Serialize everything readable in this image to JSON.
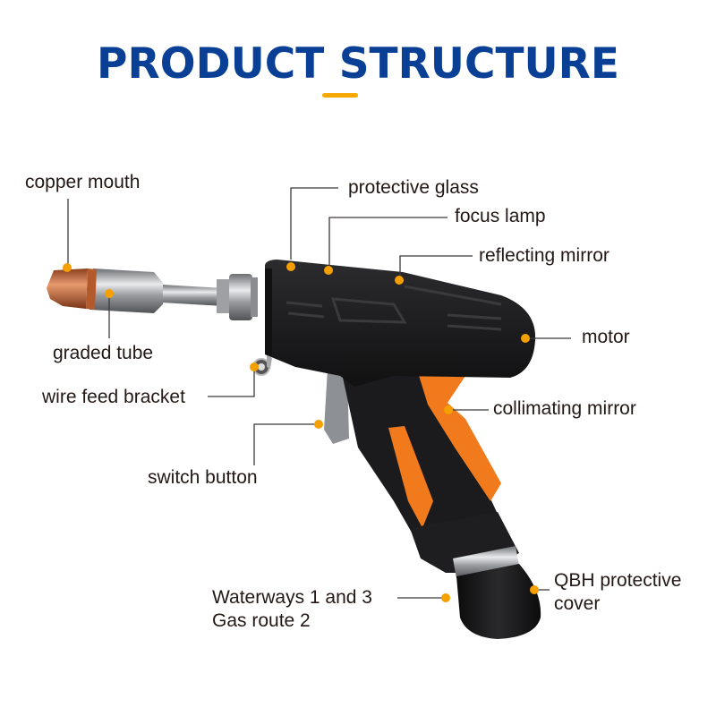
{
  "header": {
    "title": "PRODUCT STRUCTURE",
    "accent_color": "#f6a800",
    "title_color": "#0a3f96"
  },
  "product": {
    "name": "handheld laser welding gun",
    "colors": {
      "body": "#1c1c1e",
      "grip": "#f07a1c",
      "metal": "#b8babd",
      "copper": "#c8703f",
      "marker": "#f5a000"
    }
  },
  "labels": [
    {
      "id": "copper-mouth",
      "text": "copper mouth"
    },
    {
      "id": "graded-tube",
      "text": "graded tube"
    },
    {
      "id": "wire-feed-bracket",
      "text": "wire feed bracket"
    },
    {
      "id": "switch-button",
      "text": "switch button"
    },
    {
      "id": "protective-glass",
      "text": "protective glass"
    },
    {
      "id": "focus-lamp",
      "text": "focus lamp"
    },
    {
      "id": "reflecting-mirror",
      "text": "reflecting mirror"
    },
    {
      "id": "motor",
      "text": "motor"
    },
    {
      "id": "collimating-mirror",
      "text": "collimating mirror"
    },
    {
      "id": "waterways",
      "text": "Waterways 1 and 3",
      "text2": "Gas route 2"
    },
    {
      "id": "qbh-cover",
      "text": "QBH protective",
      "text2": "cover"
    }
  ]
}
